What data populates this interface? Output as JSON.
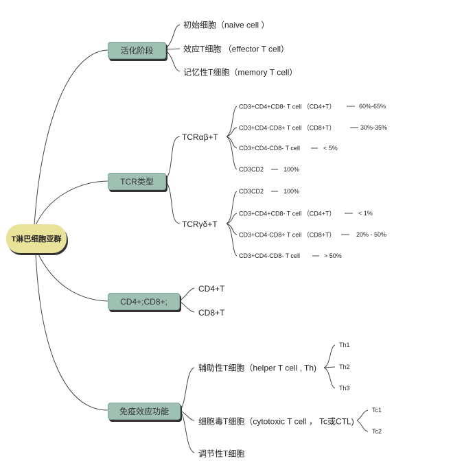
{
  "root": "T淋巴细胞亚群",
  "branches": [
    {
      "label": "活化阶段",
      "children": [
        "初始细胞（naive cell ）",
        "效应T细胞 （effector T cell）",
        "记忆性T细胞（memory T cell）"
      ]
    },
    {
      "label": "TCR类型",
      "children": [
        {
          "label": "TCRαβ+T",
          "children": [
            {
              "text": "CD3+CD4+CD8- T cell （CD4+T）",
              "value": "60%-65%"
            },
            {
              "text": "CD3+CD4-CD8+ T cell （CD8+T）",
              "value": "30%-35%"
            },
            {
              "text": "CD3+CD4-CD8- T cell",
              "value": "< 5%"
            },
            {
              "text": "CD3CD2",
              "value": "100%"
            }
          ]
        },
        {
          "label": "TCRγδ+T",
          "children": [
            {
              "text": "CD3CD2",
              "value": "100%"
            },
            {
              "text": "CD3+CD4+CD8- T cell （CD4+T）",
              "value": "< 1%"
            },
            {
              "text": "CD3+CD4-CD8+ T cell （CD8+T）",
              "value": "20% - 50%"
            },
            {
              "text": "CD3+CD4-CD8- T cell",
              "value": "> 50%"
            }
          ]
        }
      ]
    },
    {
      "label": "CD4+;CD8+;",
      "children": [
        "CD4+T",
        "CD8+T"
      ]
    },
    {
      "label": "免疫效应功能",
      "children": [
        {
          "label": "辅助性T细胞（helper T cell , Th)",
          "children": [
            "Th1",
            "Th2",
            "Th3"
          ]
        },
        {
          "label": "细胞毒T细胞（cytotoxic T cell ， Tc或CTL)",
          "children": [
            "Tc1",
            "Tc2"
          ]
        },
        {
          "label": "调节性T细胞"
        }
      ]
    }
  ],
  "colors": {
    "root": "#e9e39a",
    "node": "#9fc1b4",
    "line": "#333333"
  }
}
